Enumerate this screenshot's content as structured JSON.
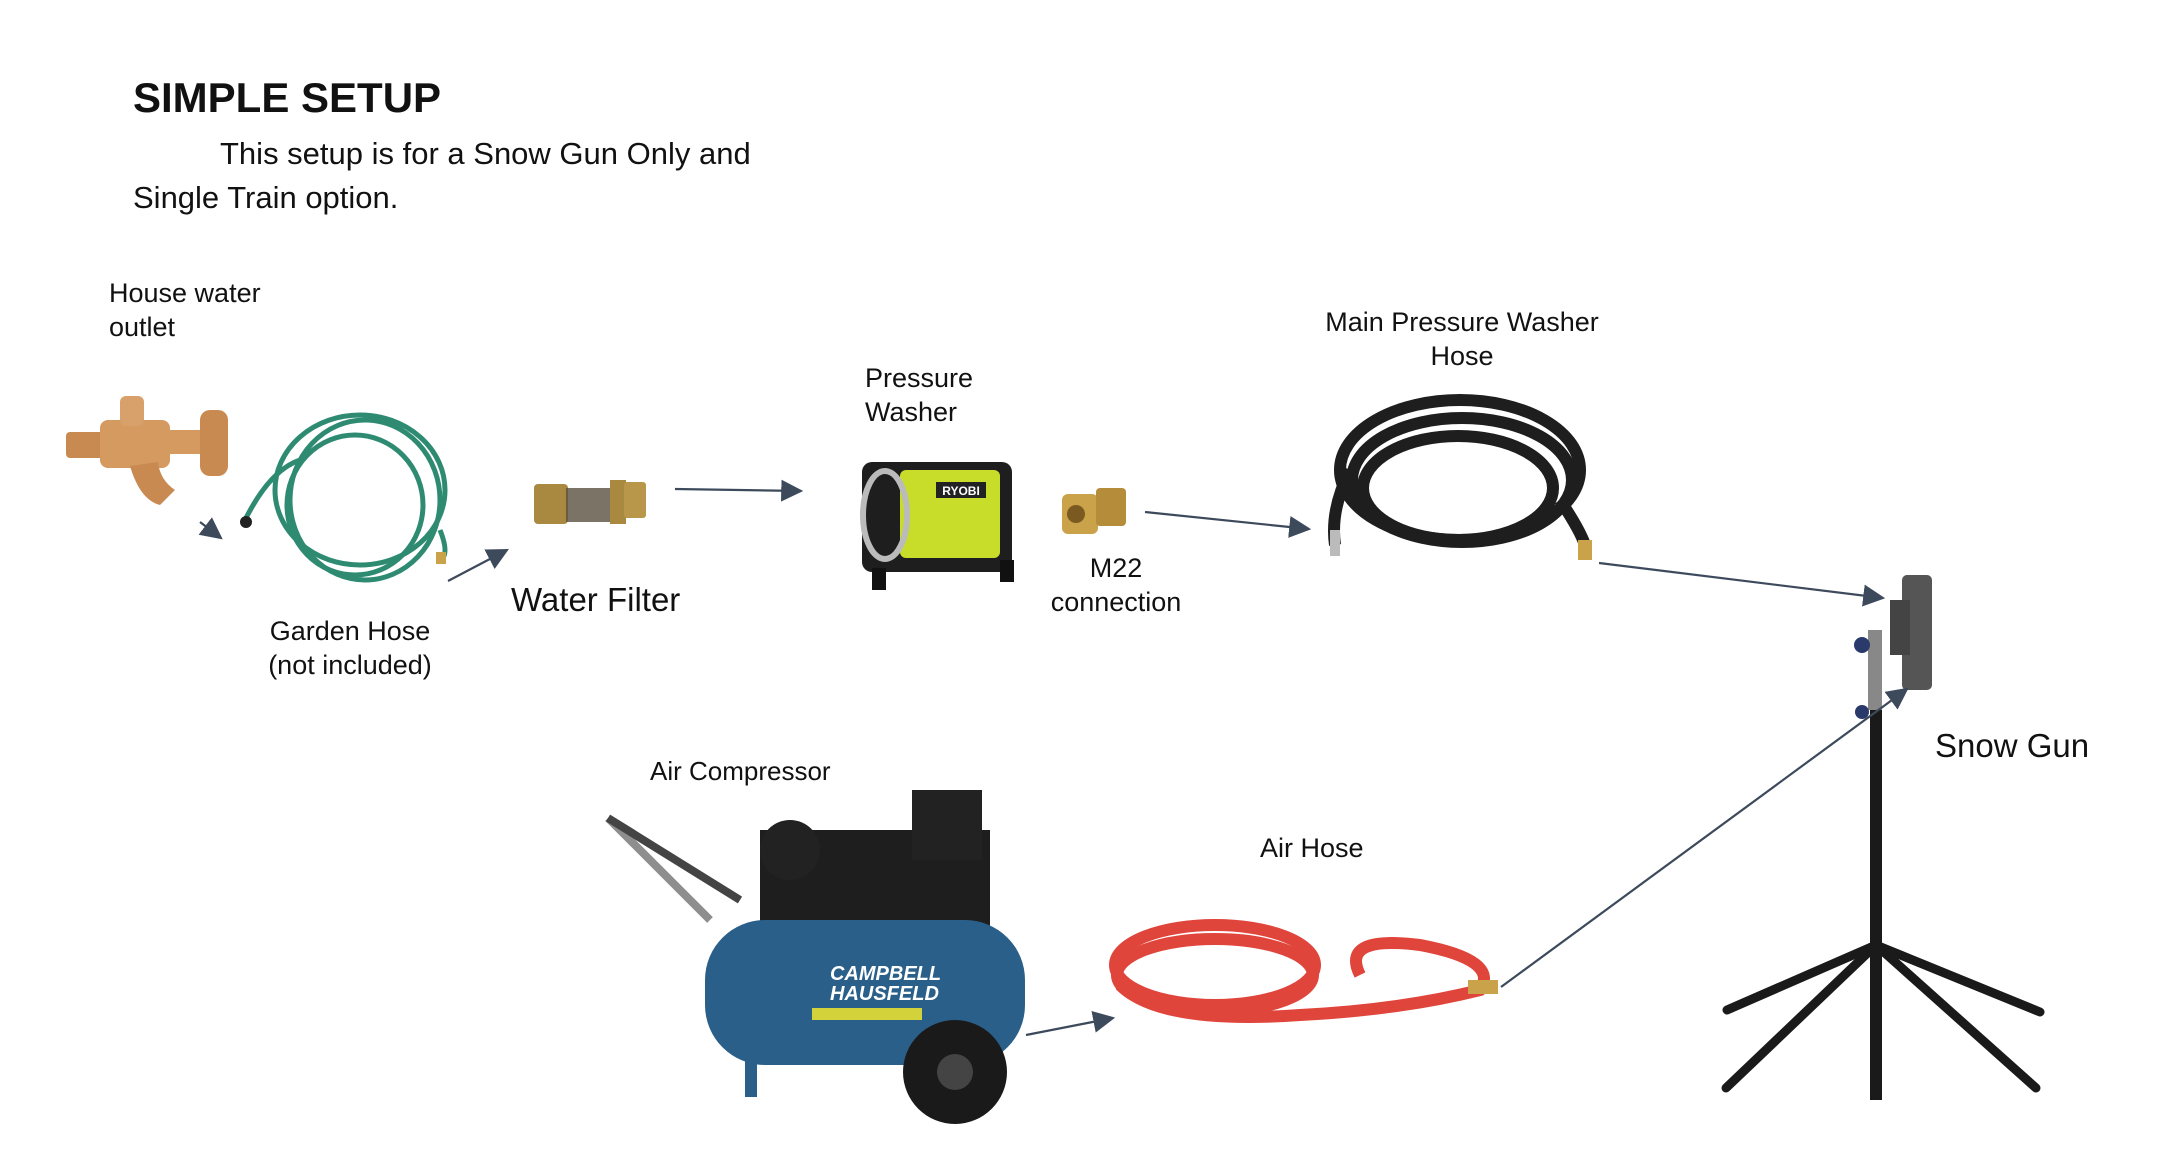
{
  "title": "SIMPLE SETUP",
  "subtitle": {
    "line1": "This setup is for a Snow Gun Only and",
    "line2": "Single Train option."
  },
  "labels": {
    "house_outlet": [
      "House water",
      "outlet"
    ],
    "garden_hose": [
      "Garden Hose",
      "(not included)"
    ],
    "water_filter": "Water Filter",
    "pressure_washer": [
      "Pressure",
      "Washer"
    ],
    "m22": [
      "M22",
      "connection"
    ],
    "main_hose": [
      "Main Pressure Washer",
      "Hose"
    ],
    "snow_gun": "Snow Gun",
    "air_compressor": "Air Compressor",
    "air_hose": "Air Hose"
  },
  "product_marks": {
    "washer_brand": "RYOBI",
    "compressor_brand": [
      "CAMPBELL",
      "HAUSFELD"
    ]
  },
  "colors": {
    "arrow": "#3d4a5c",
    "garden_hose": "#2e8b72",
    "pw_hose": "#1e1e1e",
    "air_hose": "#e0453c",
    "compressor": "#2a5f8a",
    "washer": "#c8dc2a",
    "brass": "#c9a24a"
  }
}
